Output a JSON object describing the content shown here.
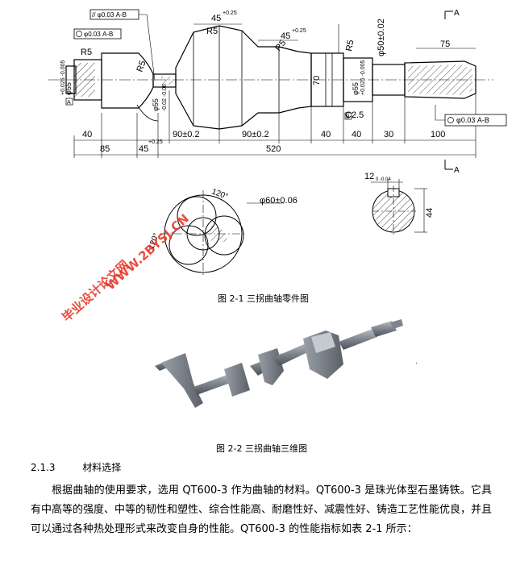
{
  "drawing": {
    "section_marker": "A",
    "gdt": {
      "parallel": "// φ0.03 A-B",
      "runout_left": "φ0.03 A-B",
      "runout_right": "φ0.03 A-B",
      "datum_a": "A",
      "datum_b": "B"
    },
    "dims": {
      "d45_top1": "45",
      "d45_top1_tol": "+0.25",
      "r5_top": "R5",
      "d45_top2": "45",
      "d45_top2_tol": "+0.25",
      "r5_mid": "R5",
      "r5_right": "R5",
      "d50": "φ50±0.02",
      "d75": "75",
      "r5_left": "R5",
      "r5_left2": "R5",
      "d55_left": "φ55",
      "d55_left_tol": "+0.025 -0.005",
      "d55_mid": "φ55",
      "d55_mid_tol": "-0.02 -0.06",
      "d70": "70",
      "d55_right": "φ55",
      "d55_right_tol": "+0.025 -0.005",
      "c25": "C2.5",
      "b40a": "40",
      "b85": "85",
      "b45": "45",
      "b45_tol": "+0.25",
      "b90a": "90±0.2",
      "b90b": "90±0.2",
      "b40b": "40",
      "b40c": "40",
      "b30": "30",
      "b100": "100",
      "b520": "520",
      "angle120a": "120°",
      "angle120b": "120°",
      "d60": "φ60±0.06",
      "key12": "12",
      "key12_tol": "0 -0.04",
      "key44": "44"
    }
  },
  "watermarks": {
    "site": "毕业设计论文网",
    "url": "WWW.2BYSJ.CN"
  },
  "captions": {
    "fig21": "图 2-1  三拐曲轴零件图",
    "fig22": "图 2-2  三拐曲轴三维图"
  },
  "section": {
    "number": "2.1.3",
    "title": "材料选择"
  },
  "paragraph": "根据曲轴的使用要求，选用 QT600-3 作为曲轴的材料。QT600-3 是珠光体型石墨铸铁。它具有中高等的强度、中等的韧性和塑性、综合性能高、耐磨性好、减震性好、铸造工艺性能优良，并且可以通过各种热处理形式来改变自身的性能。QT600-3 的性能指标如表 2-1 所示："
}
